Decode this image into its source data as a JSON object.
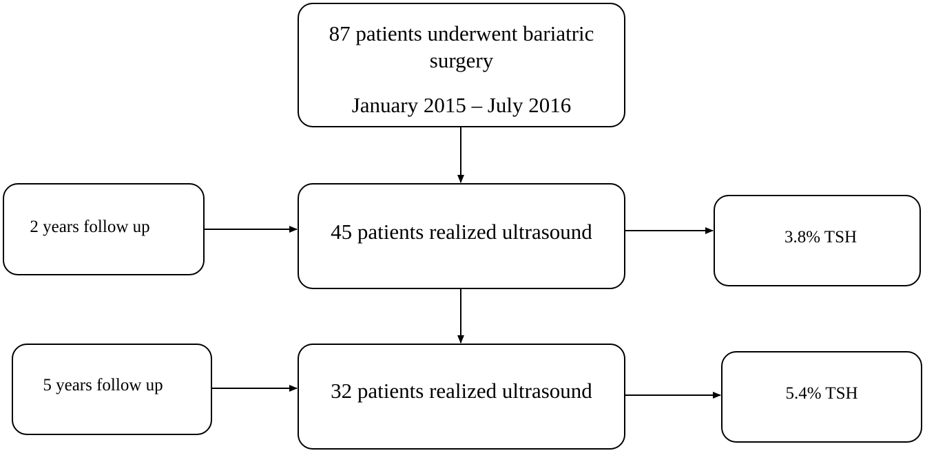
{
  "top_box": {
    "line1": "87 patients underwent bariatric",
    "line2": "surgery",
    "line3": "January 2015 – July 2016"
  },
  "mid_box": {
    "text": "45 patients realized ultrasound"
  },
  "bottom_box": {
    "text": "32 patients realized ultrasound"
  },
  "left_box_1": {
    "text": "2 years follow up"
  },
  "left_box_2": {
    "text": "5 years follow up"
  },
  "right_box_1": {
    "text": "3.8% TSH"
  },
  "right_box_2": {
    "text": "5.4% TSH"
  },
  "colors": {
    "stroke": "#000000",
    "background": "#ffffff"
  }
}
